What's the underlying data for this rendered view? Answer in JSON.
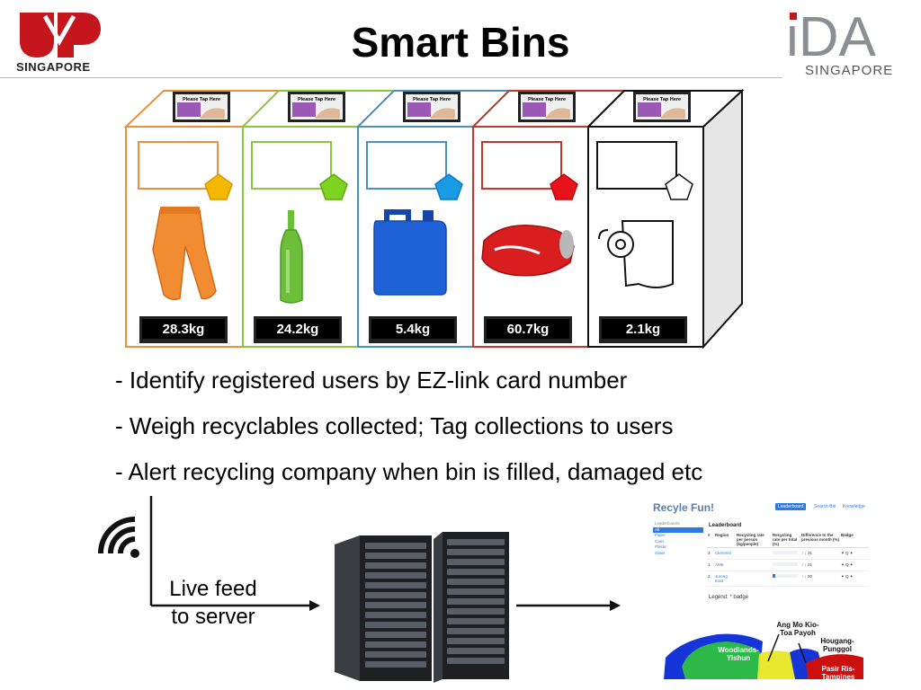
{
  "slide": {
    "title": "Smart Bins",
    "logos": {
      "left_text": "SINGAPORE",
      "right_text": "SINGAPORE",
      "right_mark": "iDA"
    }
  },
  "bins": [
    {
      "weight": "28.3kg",
      "color": "#f5a623",
      "item_icon": "pants-icon",
      "tap_label": "Please Tap Here"
    },
    {
      "weight": "24.2kg",
      "color": "#7ed321",
      "item_icon": "glass-bottle-icon",
      "tap_label": "Please Tap Here"
    },
    {
      "weight": "5.4kg",
      "color": "#1a9be6",
      "item_icon": "plastic-jerrycan-icon",
      "tap_label": "Please Tap Here"
    },
    {
      "weight": "60.7kg",
      "color": "#e8121b",
      "item_icon": "crushed-can-icon",
      "tap_label": "Please Tap Here"
    },
    {
      "weight": "2.1kg",
      "color": "#ffffff",
      "item_icon": "toilet-paper-icon",
      "tap_label": "Please Tap Here"
    }
  ],
  "bullets": [
    "- Identify registered users by EZ-link card number",
    "- Weigh recyclables collected; Tag collections to users",
    "- Alert recycling company when bin is filled, damaged etc"
  ],
  "flow": {
    "feed_line1": "Live feed",
    "feed_line2": "to server"
  },
  "dashboard": {
    "title": "Recyle Fun!",
    "tabs": [
      "Leaderboard",
      "Search Bin",
      "Knowledge"
    ],
    "sidebar": {
      "header": "Leaderboards",
      "items": [
        "All",
        "Paper",
        "Cans",
        "Plastic",
        "Glass"
      ]
    },
    "leaderboard_title": "Leaderboard",
    "columns": [
      "#",
      "Region",
      "Recycling rate per person (kg/people)",
      "Recycling rate per total (%)",
      "Difference to the previous month (%)",
      "Badge"
    ],
    "rows": [
      {
        "rank": "3",
        "region": "Clementi",
        "rate_pct": 0,
        "diff": "↑ ↓ 21",
        "badge": "✦ Q ✦"
      },
      {
        "rank": "1",
        "region": "AMK",
        "rate_pct": 0,
        "diff": "↑ ↓ 21",
        "badge": "✦ Q ✦"
      },
      {
        "rank": "2",
        "region": "Jurong East",
        "rate_pct": 12,
        "diff": "↑ ↓ 20",
        "badge": "✦ Q ✦"
      }
    ],
    "legend": "Legend: * badge"
  },
  "map": {
    "labels": {
      "amk": "Ang Mo Kio-\nToa Payoh",
      "hougang": "Hougang-\nPunggol",
      "woodlands": "Woodlands-\nYishun",
      "pasir": "Pasir Ris-\nTampines"
    },
    "colors": {
      "woodlands": "#2db84a",
      "amk": "#e8e830",
      "hougang": "#cc1010",
      "blue": "#1535d8"
    }
  }
}
